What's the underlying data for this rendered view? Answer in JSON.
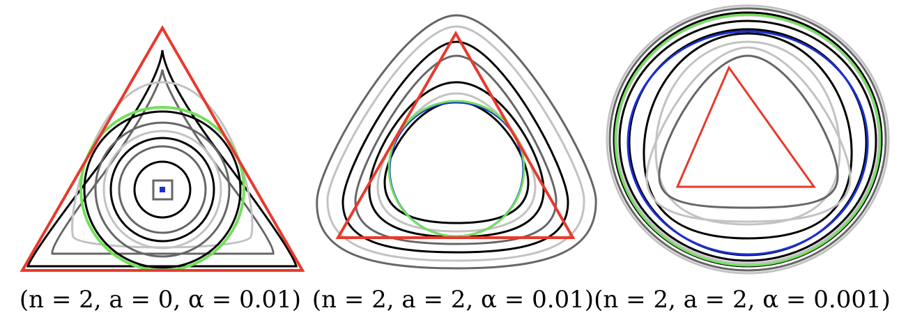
{
  "colors": {
    "triangle": "#e8392c",
    "circle": "#72e05a",
    "blue": "#1a2fd6",
    "black": "#000000",
    "dark_gray": "#666666",
    "light_gray": "#c2c2c2"
  },
  "panels": [
    {
      "caption": "(n = 2, a = 0, α = 0.01)"
    },
    {
      "caption": "(n = 2, a = 2, α = 0.01)"
    },
    {
      "caption": "(n = 2, a = 2, α = 0.001)"
    }
  ]
}
